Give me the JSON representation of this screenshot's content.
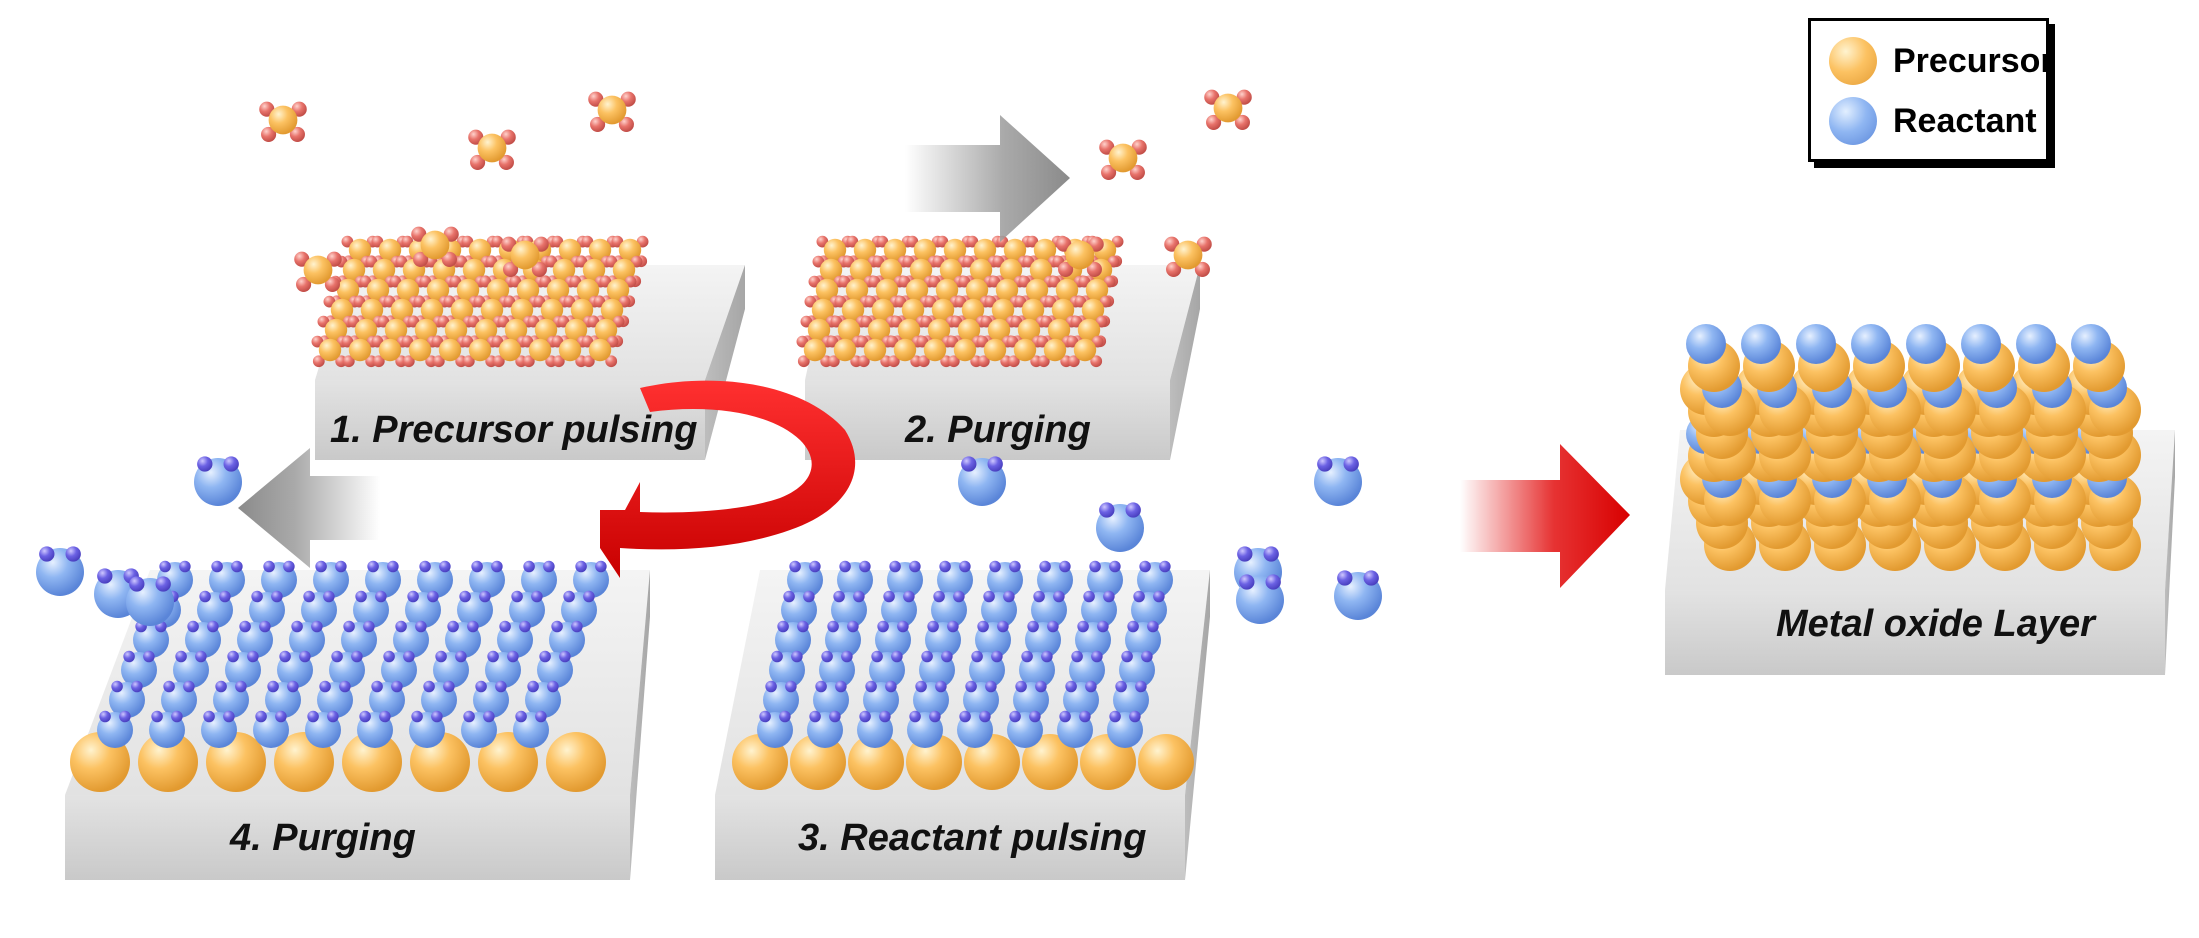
{
  "legend": {
    "items": [
      {
        "label": "Precursor",
        "color": "#fcc262"
      },
      {
        "label": "Reactant",
        "color": "#8fb6f2"
      }
    ]
  },
  "steps": [
    {
      "label": "1. Precursor pulsing"
    },
    {
      "label": "2. Purging"
    },
    {
      "label": "3. Reactant pulsing"
    },
    {
      "label": "4. Purging"
    }
  ],
  "result": {
    "label": "Metal oxide Layer"
  },
  "colors": {
    "precursor": "#fcc262",
    "ligand": "#e46a63",
    "reactant": "#8fb6f2",
    "reactant_ligand": "#6a5fe0",
    "substrate": "#d7d7d7",
    "cycle_arrow": "#e00000",
    "purge_arrow": "#9a9a9a"
  }
}
